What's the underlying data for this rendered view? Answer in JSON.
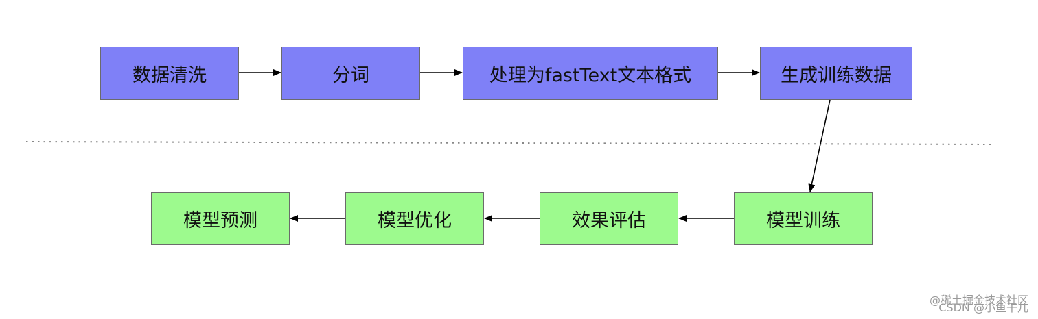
{
  "flow": {
    "top_row": [
      {
        "label": "数据清洗"
      },
      {
        "label": "分词"
      },
      {
        "label": "处理为fastText文本格式"
      },
      {
        "label": "生成训练数据"
      }
    ],
    "bottom_row": [
      {
        "label": "模型预测"
      },
      {
        "label": "模型优化"
      },
      {
        "label": "效果评估"
      },
      {
        "label": "模型训练"
      }
    ],
    "colors": {
      "top_fill": "#7f80f7",
      "bottom_fill": "#9dfa8e",
      "border": "#6b6b6b",
      "arrow": "#000000",
      "divider": "#888888"
    }
  },
  "watermark": {
    "line1": "@稀土掘金技术社区",
    "line2": "CSDN @小鱼干儿"
  }
}
